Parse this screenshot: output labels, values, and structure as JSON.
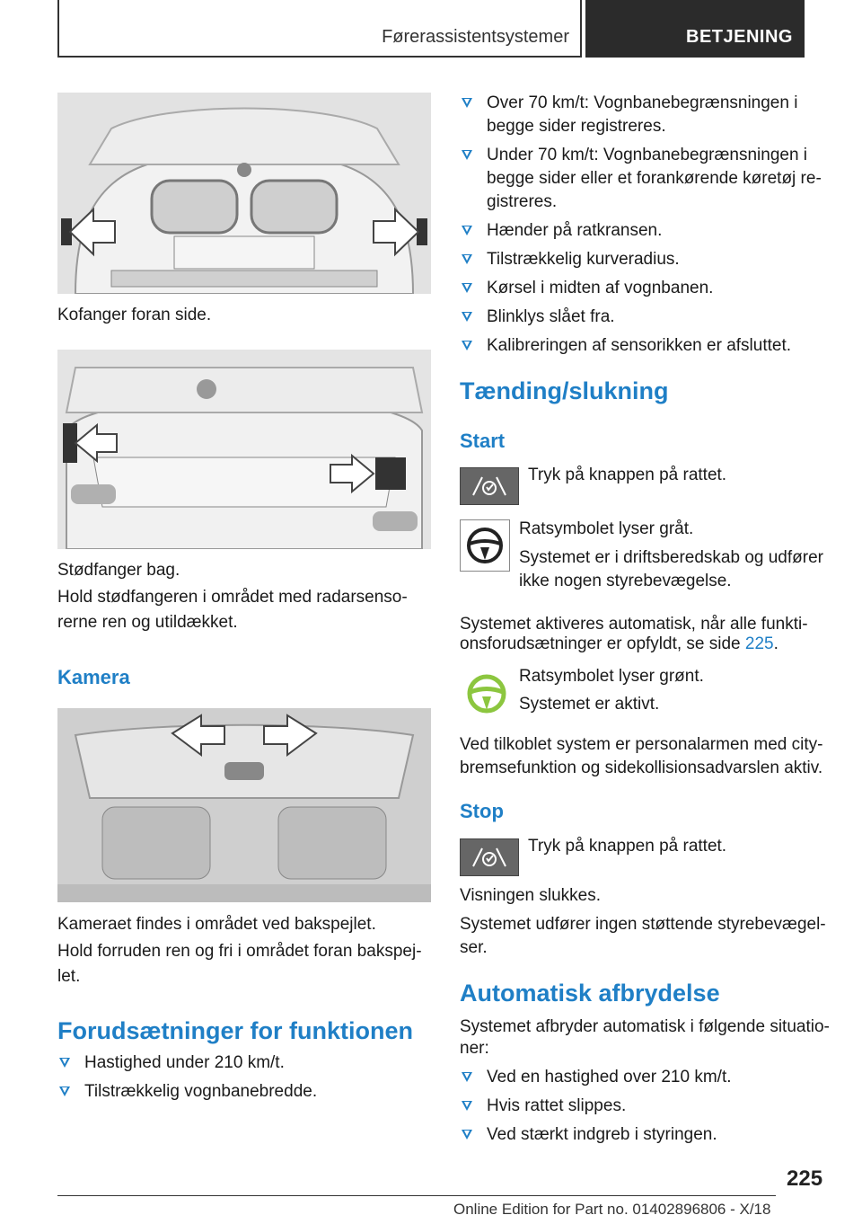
{
  "header": {
    "section": "Førerassistentsystemer",
    "chapter": "BETJENING"
  },
  "left": {
    "caption_front": "Kofanger foran side.",
    "caption_rear": "Stødfanger bag.",
    "rear_text": "Hold stødfangeren i området med radarsenso-rerne ren og utildækket.",
    "rear_text_l1": "Hold stødfangeren i området med radarsenso-",
    "rear_text_l2": "rerne ren og utildækket.",
    "heading_camera": "Kamera",
    "caption_camera": "Kameraet findes i området ved bakspejlet.",
    "camera_text_l1": "Hold forruden ren og fri i området foran bakspej-",
    "camera_text_l2": "let.",
    "heading_requirements": "Forudsætninger for funktionen",
    "requirements": [
      "Hastighed under 210 km/t.",
      "Tilstrækkelig vognbanebredde."
    ]
  },
  "right": {
    "requirements_cont": [
      [
        "Over 70 km/t: Vognbanebegrænsningen i",
        "begge sider registreres."
      ],
      [
        "Under 70 km/t: Vognbanebegrænsningen i",
        "begge sider eller et forankørende køretøj re-",
        "gistreres."
      ],
      [
        "Hænder på ratkransen."
      ],
      [
        "Tilstrækkelig kurveradius."
      ],
      [
        "Kørsel i midten af vognbanen."
      ],
      [
        "Blinklys slået fra."
      ],
      [
        "Kalibreringen af sensorikken er afsluttet."
      ]
    ],
    "heading_on_off": "Tænding/slukning",
    "heading_start": "Start",
    "start_press": "Tryk på knappen på rattet.",
    "wheel_grey": "Ratsymbolet lyser gråt.",
    "standby_l1": "Systemet er i driftsberedskab og udfører",
    "standby_l2": "ikke nogen styrebevægelse.",
    "auto_l1": "Systemet aktiveres automatisk, når alle funkti-",
    "auto_l2": "onsforudsætninger er opfyldt, se side ",
    "auto_link": "225",
    "auto_end": ".",
    "wheel_green": "Ratsymbolet lyser grønt.",
    "active": "Systemet er aktivt.",
    "citybrake_l1": "Ved tilkoblet system er personalarmen med city-",
    "citybrake_l2": "bremsefunktion og sidekollisionsadvarslen aktiv.",
    "heading_stop": "Stop",
    "stop_press": "Tryk på knappen på rattet.",
    "display_off": "Visningen slukkes.",
    "no_steer_l1": "Systemet udfører ingen støttende styrebevægel-",
    "no_steer_l2": "ser.",
    "heading_auto_off": "Automatisk afbrydelse",
    "auto_off_l1": "Systemet afbryder automatisk i følgende situatio-",
    "auto_off_l2": "ner:",
    "auto_off_items": [
      "Ved en hastighed over 210 km/t.",
      "Hvis rattet slippes.",
      "Ved stærkt indgreb i styringen."
    ]
  },
  "footer": {
    "page": "225",
    "edition": "Online Edition for Part no. 01402896806 - X/18"
  },
  "colors": {
    "accent": "#1f7fc6",
    "wheel_green": "#8cc63f"
  }
}
